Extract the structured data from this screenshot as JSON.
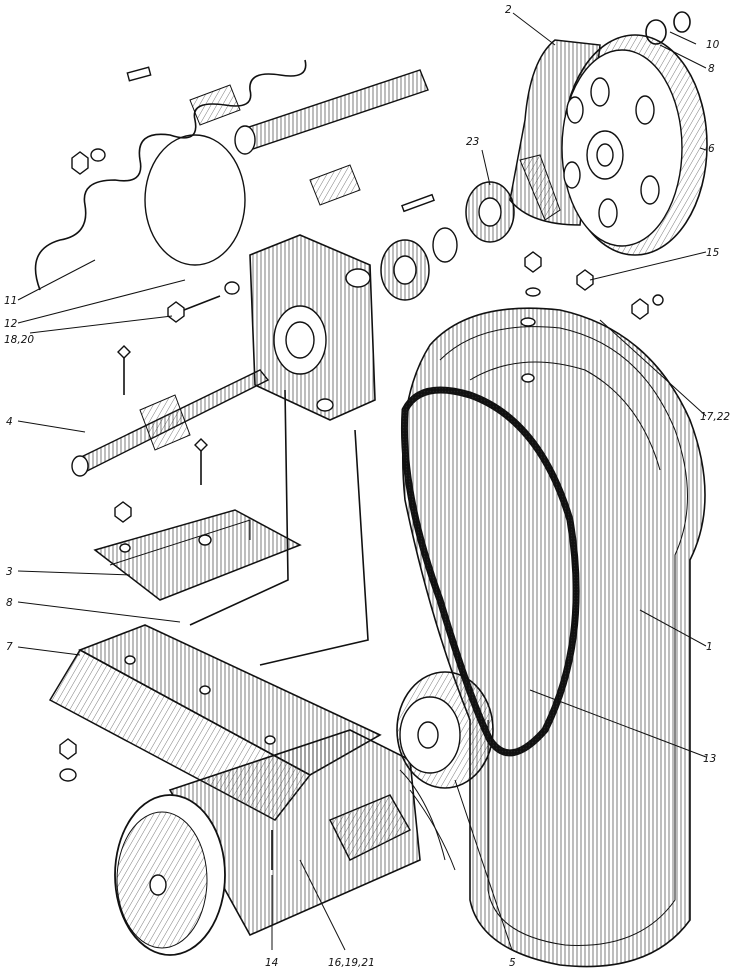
{
  "labels": {
    "l1": "1",
    "l2": "2",
    "l3": "3",
    "l4": "4",
    "l5": "5",
    "l6": "6",
    "l7": "7",
    "l8a": "8",
    "l8b": "8",
    "l10": "10",
    "l11": "11",
    "l12": "12",
    "l13": "13",
    "l14": "14",
    "l15": "15",
    "l18_20": "18,20",
    "l17_22": "17,22",
    "l16_19_21": "16,19,21",
    "l23": "23"
  }
}
